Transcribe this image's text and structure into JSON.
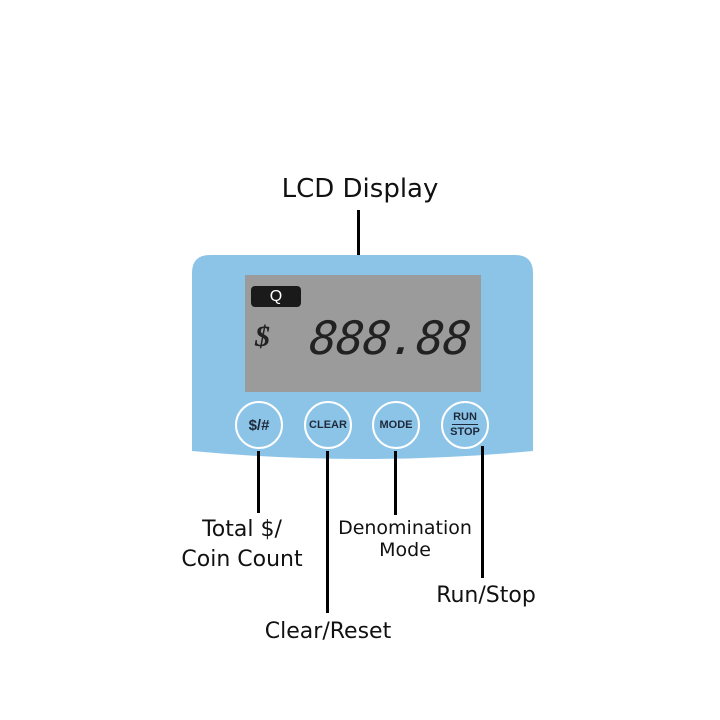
{
  "title": "LCD Display",
  "display": {
    "badge": "Q",
    "currency_symbol": "$",
    "digits": "888.88"
  },
  "buttons": [
    {
      "label": "$/#"
    },
    {
      "label": "CLEAR"
    },
    {
      "label": "MODE"
    },
    {
      "label_top": "RUN",
      "label_bottom": "STOP"
    }
  ],
  "callouts": {
    "total_line1": "Total $/",
    "total_line2": "Coin Count",
    "clear": "Clear/Reset",
    "denom_line1": "Denomination",
    "denom_line2": "Mode",
    "run": "Run/Stop"
  },
  "colors": {
    "panel": "#8cc4e8",
    "lcd": "#9b9b9c",
    "segments": "#222222"
  }
}
